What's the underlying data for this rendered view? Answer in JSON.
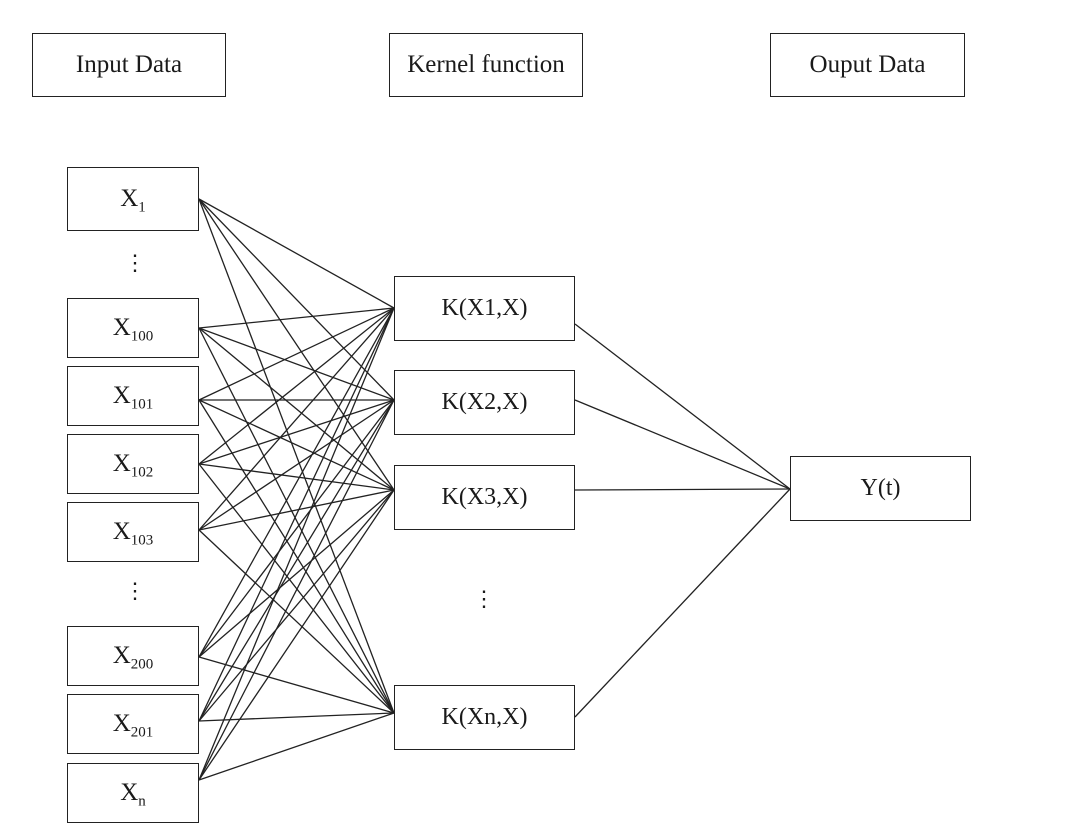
{
  "headers": {
    "input": "Input Data",
    "kernel": "Kernel function",
    "output": "Ouput Data"
  },
  "inputs": [
    {
      "base": "X",
      "sub": "1"
    },
    {
      "base": "X",
      "sub": "100"
    },
    {
      "base": "X",
      "sub": "101"
    },
    {
      "base": "X",
      "sub": "102"
    },
    {
      "base": "X",
      "sub": "103"
    },
    {
      "base": "X",
      "sub": "200"
    },
    {
      "base": "X",
      "sub": "201"
    },
    {
      "base": "X",
      "sub": "n"
    }
  ],
  "kernels": [
    {
      "label": "K(X1,X)"
    },
    {
      "label": "K(X2,X)"
    },
    {
      "label": "K(X3,X)"
    },
    {
      "label": "K(Xn,X)"
    }
  ],
  "output": {
    "label": "Y(t)"
  },
  "ellipsis": "⋮",
  "connections": {
    "input_to_kernel": [
      [
        0,
        0
      ],
      [
        0,
        1
      ],
      [
        0,
        2
      ],
      [
        0,
        3
      ],
      [
        1,
        0
      ],
      [
        1,
        1
      ],
      [
        1,
        2
      ],
      [
        1,
        3
      ],
      [
        2,
        0
      ],
      [
        2,
        1
      ],
      [
        2,
        2
      ],
      [
        2,
        3
      ],
      [
        3,
        0
      ],
      [
        3,
        1
      ],
      [
        3,
        2
      ],
      [
        3,
        3
      ],
      [
        4,
        0
      ],
      [
        4,
        1
      ],
      [
        4,
        2
      ],
      [
        4,
        3
      ],
      [
        5,
        0
      ],
      [
        5,
        1
      ],
      [
        5,
        2
      ],
      [
        5,
        3
      ],
      [
        6,
        0
      ],
      [
        6,
        1
      ],
      [
        6,
        2
      ],
      [
        6,
        3
      ],
      [
        7,
        0
      ],
      [
        7,
        1
      ],
      [
        7,
        2
      ],
      [
        7,
        3
      ]
    ],
    "kernel_to_output": [
      0,
      1,
      2,
      3
    ]
  },
  "colors": {
    "line": "#222222",
    "box_border": "#222222",
    "text": "#1a1a1a"
  }
}
